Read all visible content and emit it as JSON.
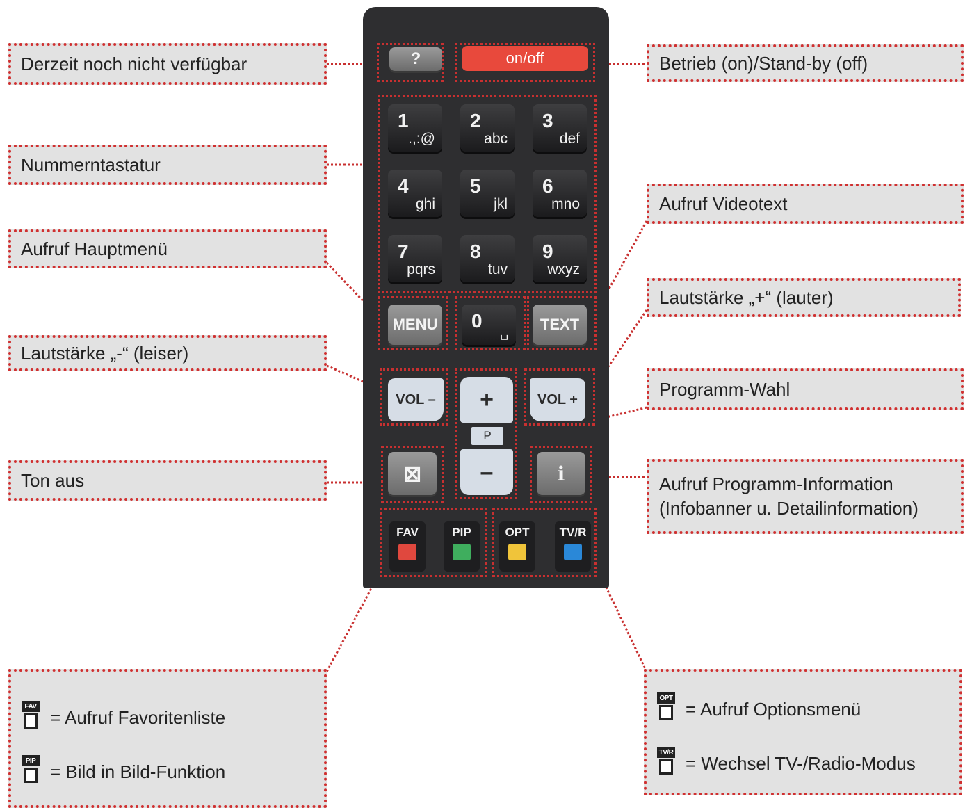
{
  "labels": {
    "help": "Derzeit noch nicht verfügbar",
    "power": "Betrieb (on)/Stand-by (off)",
    "numpad": "Nummerntastatur",
    "videotext": "Aufruf Videotext",
    "menu": "Aufruf Hauptmenü",
    "vol_up": "Lautstärke „+“ (lauter)",
    "vol_down": "Lautstärke „-“ (leiser)",
    "program": "Programm-Wahl",
    "mute": "Ton aus",
    "info_line1": "Aufruf Programm-Information",
    "info_line2": "(Infobanner u. Detailinformation)"
  },
  "legend_left": {
    "fav_key": "FAV",
    "fav_text": "= Aufruf Favoritenliste",
    "pip_key": "PIP",
    "pip_text": "= Bild in Bild-Funktion"
  },
  "legend_right": {
    "opt_key": "OPT",
    "opt_text": "= Aufruf Optionsmenü",
    "tvr_key": "TV/R",
    "tvr_text": "= Wechsel TV-/Radio-Modus"
  },
  "remote": {
    "help_key": "?",
    "power_key": "on/off",
    "num_keys": [
      {
        "num": "1",
        "letters": ".,:@"
      },
      {
        "num": "2",
        "letters": "abc"
      },
      {
        "num": "3",
        "letters": "def"
      },
      {
        "num": "4",
        "letters": "ghi"
      },
      {
        "num": "5",
        "letters": "jkl"
      },
      {
        "num": "6",
        "letters": "mno"
      },
      {
        "num": "7",
        "letters": "pqrs"
      },
      {
        "num": "8",
        "letters": "tuv"
      },
      {
        "num": "9",
        "letters": "wxyz"
      }
    ],
    "menu_key": "MENU",
    "zero_key": "0",
    "zero_sub": "␣",
    "text_key": "TEXT",
    "vol_minus_key": "VOL –",
    "vol_plus_key": "VOL +",
    "p_plus": "+",
    "p_label": "P",
    "p_minus": "–",
    "mute_glyph": "⊠",
    "info_glyph": "i",
    "color_keys": [
      {
        "label": "FAV",
        "color": "#e0483e"
      },
      {
        "label": "PIP",
        "color": "#3fae5e"
      },
      {
        "label": "OPT",
        "color": "#f0c43a"
      },
      {
        "label": "TV/R",
        "color": "#2a88d8"
      }
    ]
  },
  "colors": {
    "power_button": "#e8493c",
    "label_bg": "#e2e2e2",
    "dotted_border": "#d03030",
    "remote_body": "#2e2e30"
  }
}
